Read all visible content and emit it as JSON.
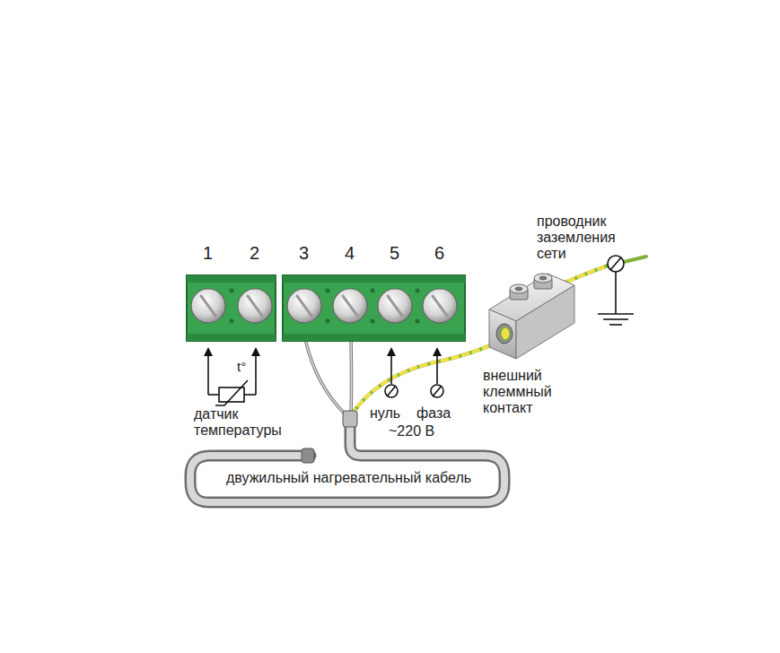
{
  "diagram": {
    "labels": [
      "1",
      "2",
      "3",
      "4",
      "5",
      "6",
      "проводник заземления сети",
      "t°",
      "датчик температуры",
      "нуль",
      "фаза",
      "~220 В",
      "внешний клеммный контакт",
      "двужильный нагревательный кабель"
    ]
  }
}
